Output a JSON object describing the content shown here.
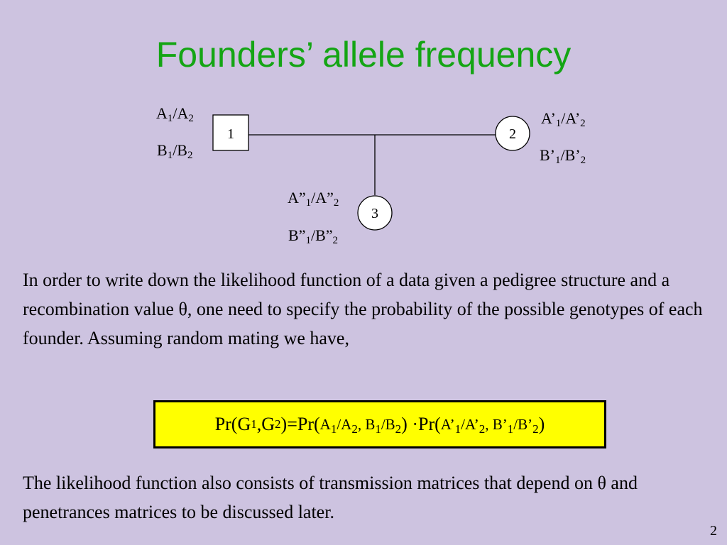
{
  "slide": {
    "title": "Founders’ allele frequency",
    "page_number": "2"
  },
  "pedigree": {
    "nodes": [
      {
        "id": "1",
        "shape": "square",
        "genotype_a": [
          "A",
          "1",
          "/A",
          "2"
        ],
        "genotype_b": [
          "B",
          "1",
          "/B",
          "2"
        ]
      },
      {
        "id": "2",
        "shape": "circle",
        "genotype_a": [
          "A’",
          "1",
          "/A’",
          "2"
        ],
        "genotype_b": [
          "B’",
          "1",
          "/B’",
          "2"
        ]
      },
      {
        "id": "3",
        "shape": "circle",
        "genotype_a": [
          "A”",
          "1",
          "/A”",
          "2"
        ],
        "genotype_b": [
          "B”",
          "1",
          "/B”",
          "2"
        ]
      }
    ]
  },
  "paragraph_1": "In order to write down the likelihood function of a data given a pedigree structure and a recombination value θ, one need to specify the probability of the possible genotypes of each founder. Assuming random mating we have,",
  "formula": {
    "lhs": {
      "a": "Pr(G",
      "b": "1",
      "c": ",G",
      "d": "2",
      "e": ")=Pr("
    },
    "term1": {
      "a": "A",
      "b": "1",
      "c": "/A",
      "d": "2",
      "e": ", B",
      "f": "1",
      "g": "/B",
      "h": "2"
    },
    "mid": ") ·Pr(",
    "term2": {
      "a": "A’",
      "b": "1",
      "c": "/A’",
      "d": "2",
      "e": ", B’",
      "f": "1",
      "g": "/B’",
      "h": "2"
    },
    "end": ")",
    "highlight_color": "#ffff00"
  },
  "paragraph_2": "The likelihood function also consists of transmission matrices that depend on θ and penetrances matrices to be discussed later.",
  "colors": {
    "background": "#cdc3e0",
    "title": "#14a514"
  }
}
